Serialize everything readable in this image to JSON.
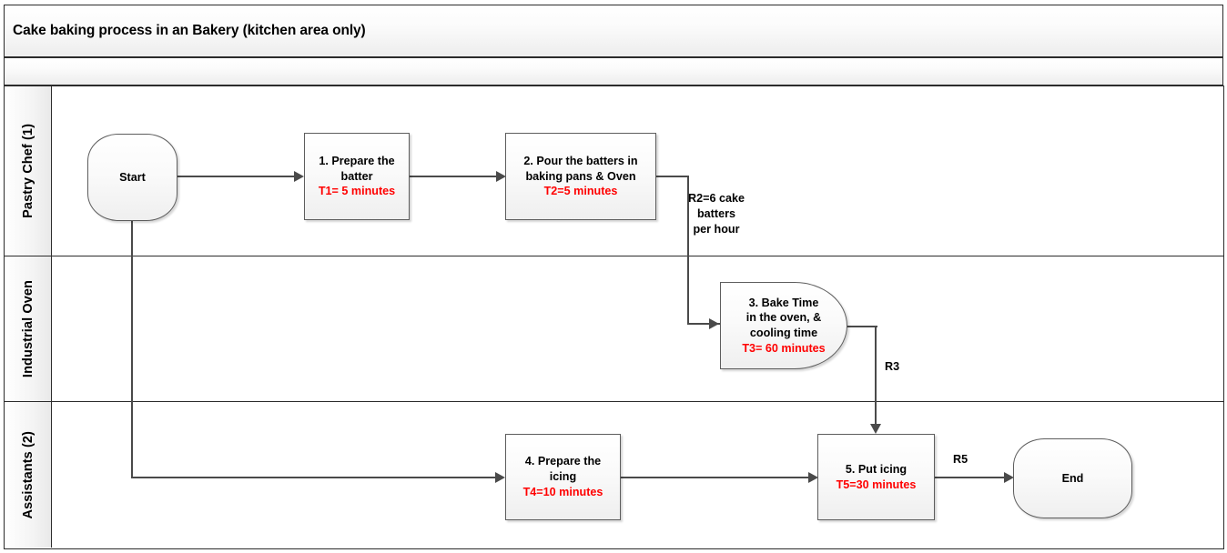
{
  "diagram": {
    "title": "Cake baking process in an Bakery (kitchen area only)",
    "subtitle": "",
    "accent_time_color": "#FF0000",
    "line_color": "#4A4A4A",
    "lane_border_color": "#2B2B2B"
  },
  "lanes": [
    {
      "id": "pastry-chef",
      "label": "Pastry Chef (1)"
    },
    {
      "id": "industrial-oven",
      "label": "Industrial Oven"
    },
    {
      "id": "assistants",
      "label": "Assistants (2)"
    }
  ],
  "nodes": [
    {
      "id": "start",
      "shape": "terminator",
      "lane": "pastry-chef",
      "label": "Start",
      "time": ""
    },
    {
      "id": "step-1",
      "shape": "process",
      "lane": "pastry-chef",
      "line1": "1. Prepare the",
      "line2": "batter",
      "line3": "",
      "time": "T1= 5 minutes"
    },
    {
      "id": "step-2",
      "shape": "process",
      "lane": "pastry-chef",
      "line1": "2. Pour the batters in",
      "line2": "baking pans & Oven",
      "line3": "",
      "time": "T2=5 minutes"
    },
    {
      "id": "step-3",
      "shape": "delay",
      "lane": "industrial-oven",
      "line1": "3. Bake Time",
      "line2": "in the oven, &",
      "line3": "cooling time",
      "time": "T3= 60 minutes"
    },
    {
      "id": "step-4",
      "shape": "process",
      "lane": "assistants",
      "line1": "4. Prepare the",
      "line2": "icing",
      "line3": "",
      "time": "T4=10 minutes"
    },
    {
      "id": "step-5",
      "shape": "process",
      "lane": "assistants",
      "line1": "5. Put icing",
      "line2": "",
      "line3": "",
      "time": "T5=30 minutes"
    },
    {
      "id": "end",
      "shape": "terminator",
      "lane": "assistants",
      "label": "End",
      "time": ""
    }
  ],
  "edge_labels": {
    "r2": {
      "line1": "R2=6 cake",
      "line2": "batters",
      "line3": "per hour"
    },
    "r3": {
      "text": "R3"
    },
    "r5": {
      "text": "R5"
    }
  }
}
